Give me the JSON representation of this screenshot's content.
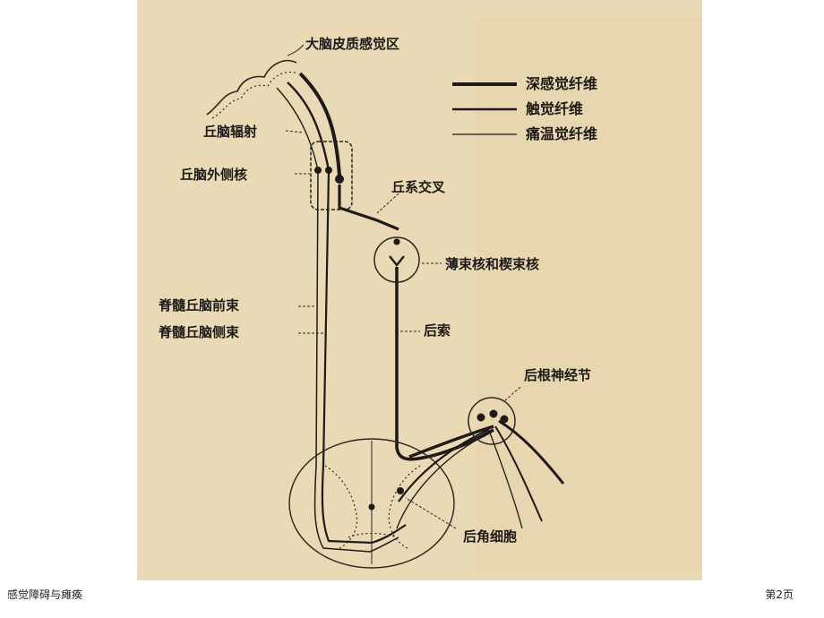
{
  "diagram": {
    "labels": {
      "cortex": "大脑皮质感觉区",
      "thalamic_radiation": "丘脑辐射",
      "vpl_nucleus": "丘脑外侧核",
      "lemniscal_decussation": "丘系交叉",
      "gracile_cuneate_nuclei": "薄束核和楔束核",
      "anterior_spinothalamic": "脊髓丘脑前束",
      "lateral_spinothalamic": "脊髓丘脑侧束",
      "posterior_column": "后索",
      "dorsal_root_ganglion": "后根神经节",
      "dorsal_horn_cell": "后角细胞"
    },
    "legend": [
      {
        "label": "深感觉纤维"
      },
      {
        "label": "触觉纤维"
      },
      {
        "label": "痛温觉纤维"
      }
    ]
  },
  "footer": {
    "title": "感觉障碍与瘫痪",
    "page": "第2页"
  }
}
